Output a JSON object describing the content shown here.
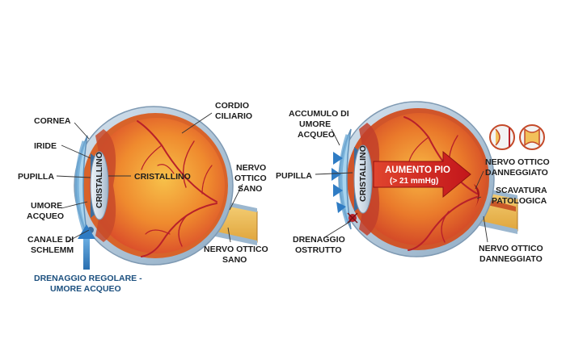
{
  "colors": {
    "sclera_outer": "#9bb7cf",
    "sclera_inner": "#c8d9e8",
    "choroid": "#e07a2a",
    "retina": "#f0a03a",
    "vitreous_center": "#f4b043",
    "vitreous_edge": "#e0502a",
    "vessel": "#b8202a",
    "lens": "#dde6ef",
    "cornea": "#a8d4ef",
    "nerve": "#f2c15a",
    "arrow_blue": "#3b8fd0",
    "arrow_red": "#d0231e",
    "label_text": "#1d1d1d",
    "drainage_text": "#1b4f7e"
  },
  "left_eye": {
    "labels": {
      "cornea": "CORNEA",
      "iride": "IRIDE",
      "pupilla": "PUPILLA",
      "umore_line1": "UMORE",
      "umore_line2": "ACQUEO",
      "canale_line1": "CANALE DI",
      "canale_line2": "SCHLEMM",
      "cordio_line1": "CORDIO",
      "cordio_line2": "CILIARIO",
      "nervo_sano_line1": "NERVO",
      "nervo_sano_line2": "OTTICO",
      "nervo_sano_line3": "SANO",
      "nervo_bottom_line1": "NERVO OTTICO",
      "nervo_bottom_line2": "SANO",
      "cristallino_vertical": "CRISTALLINO",
      "cristallino_label": "CRISTALLINO",
      "drainage_line1": "DRENAGGIO REGOLARE -",
      "drainage_line2": "UMORE ACQUEO"
    }
  },
  "right_eye": {
    "labels": {
      "accumulo_line1": "ACCUMULO DI",
      "accumulo_line2": "UMORE",
      "accumulo_line3": "ACQUEO",
      "pupilla": "PUPILLA",
      "drenaggio_line1": "DRENAGGIO",
      "drenaggio_line2": "OSTRUTTO",
      "cristallino_vertical": "CRISTALLINO",
      "aumento_line1": "AUMENTO PIO",
      "aumento_line2": "(> 21 mmHg)",
      "nervo_dann_line1": "NERVO OTTICO",
      "nervo_dann_line2": "DANNEGGIATO",
      "scavatura_line1": "SCAVATURA",
      "scavatura_line2": "PATOLOGICA",
      "nervo_dann_bottom_line1": "NERVO OTTICO",
      "nervo_dann_bottom_line2": "DANNEGGIATO"
    }
  }
}
